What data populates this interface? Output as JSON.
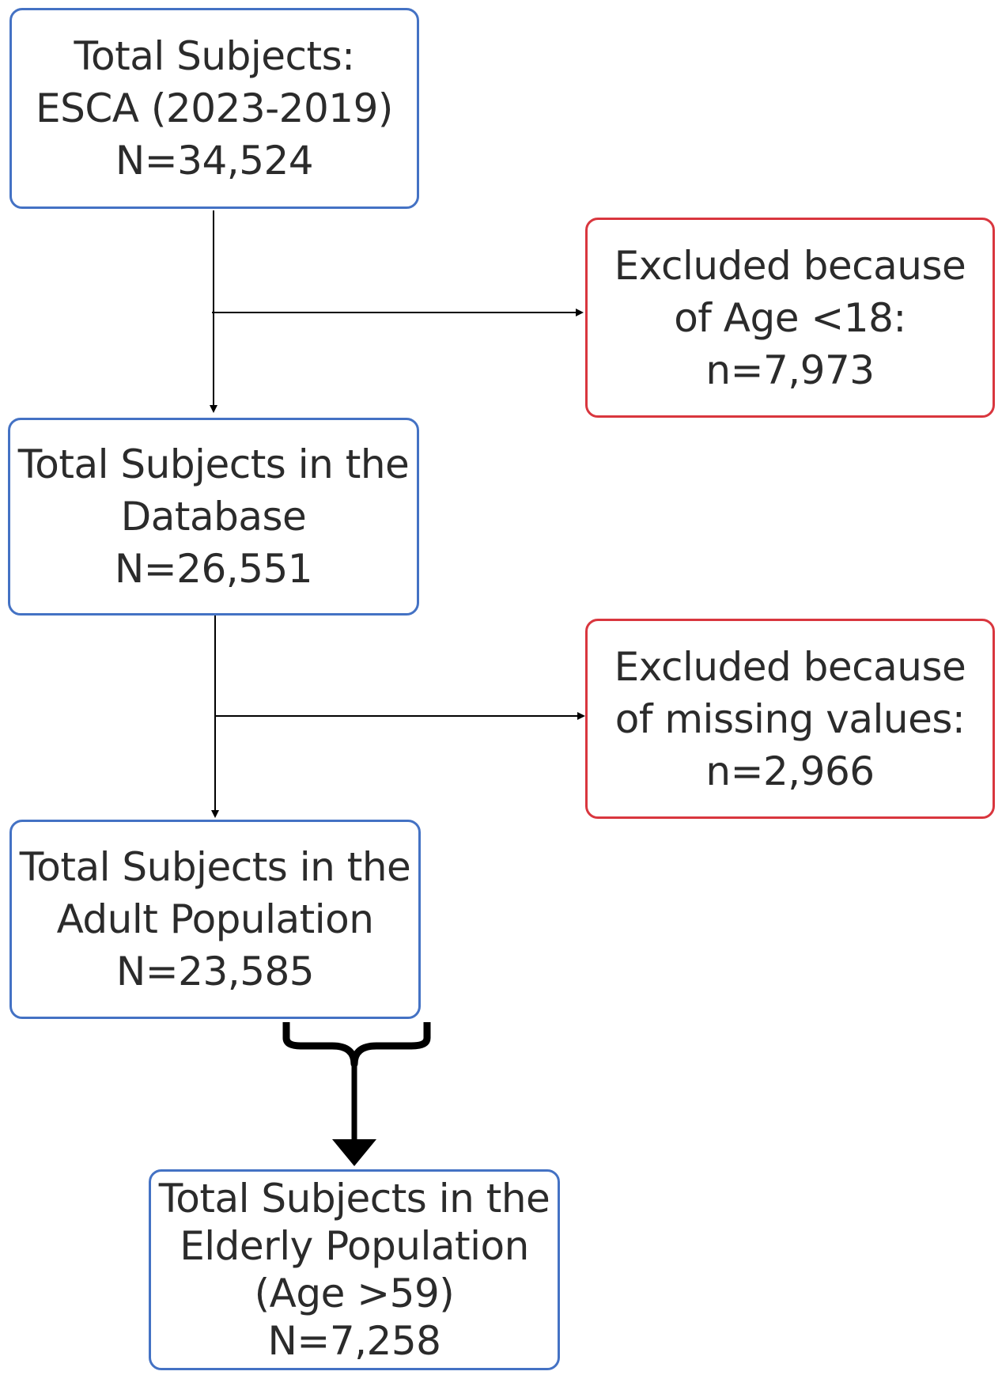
{
  "boxes": {
    "total": {
      "line1": "Total Subjects:",
      "line2": "ESCA (2023-2019)",
      "line3": "N=34,524"
    },
    "excluded_age": {
      "line1": "Excluded because",
      "line2": "of Age <18:",
      "line3": "n=7,973"
    },
    "database": {
      "line1": "Total Subjects in the",
      "line2": "Database",
      "line3": "N=26,551"
    },
    "excluded_missing": {
      "line1": "Excluded because",
      "line2": "of missing values:",
      "line3": "n=2,966"
    },
    "adult": {
      "line1": "Total Subjects in the",
      "line2": "Adult Population",
      "line3": "N=23,585"
    },
    "elderly": {
      "line1": "Total Subjects in the",
      "line2": "Elderly Population",
      "line3": "(Age >59)",
      "line4": "N=7,258"
    }
  },
  "colors": {
    "main_border": "#4472c4",
    "excluded_border": "#d9363e",
    "connector": "#000000"
  }
}
